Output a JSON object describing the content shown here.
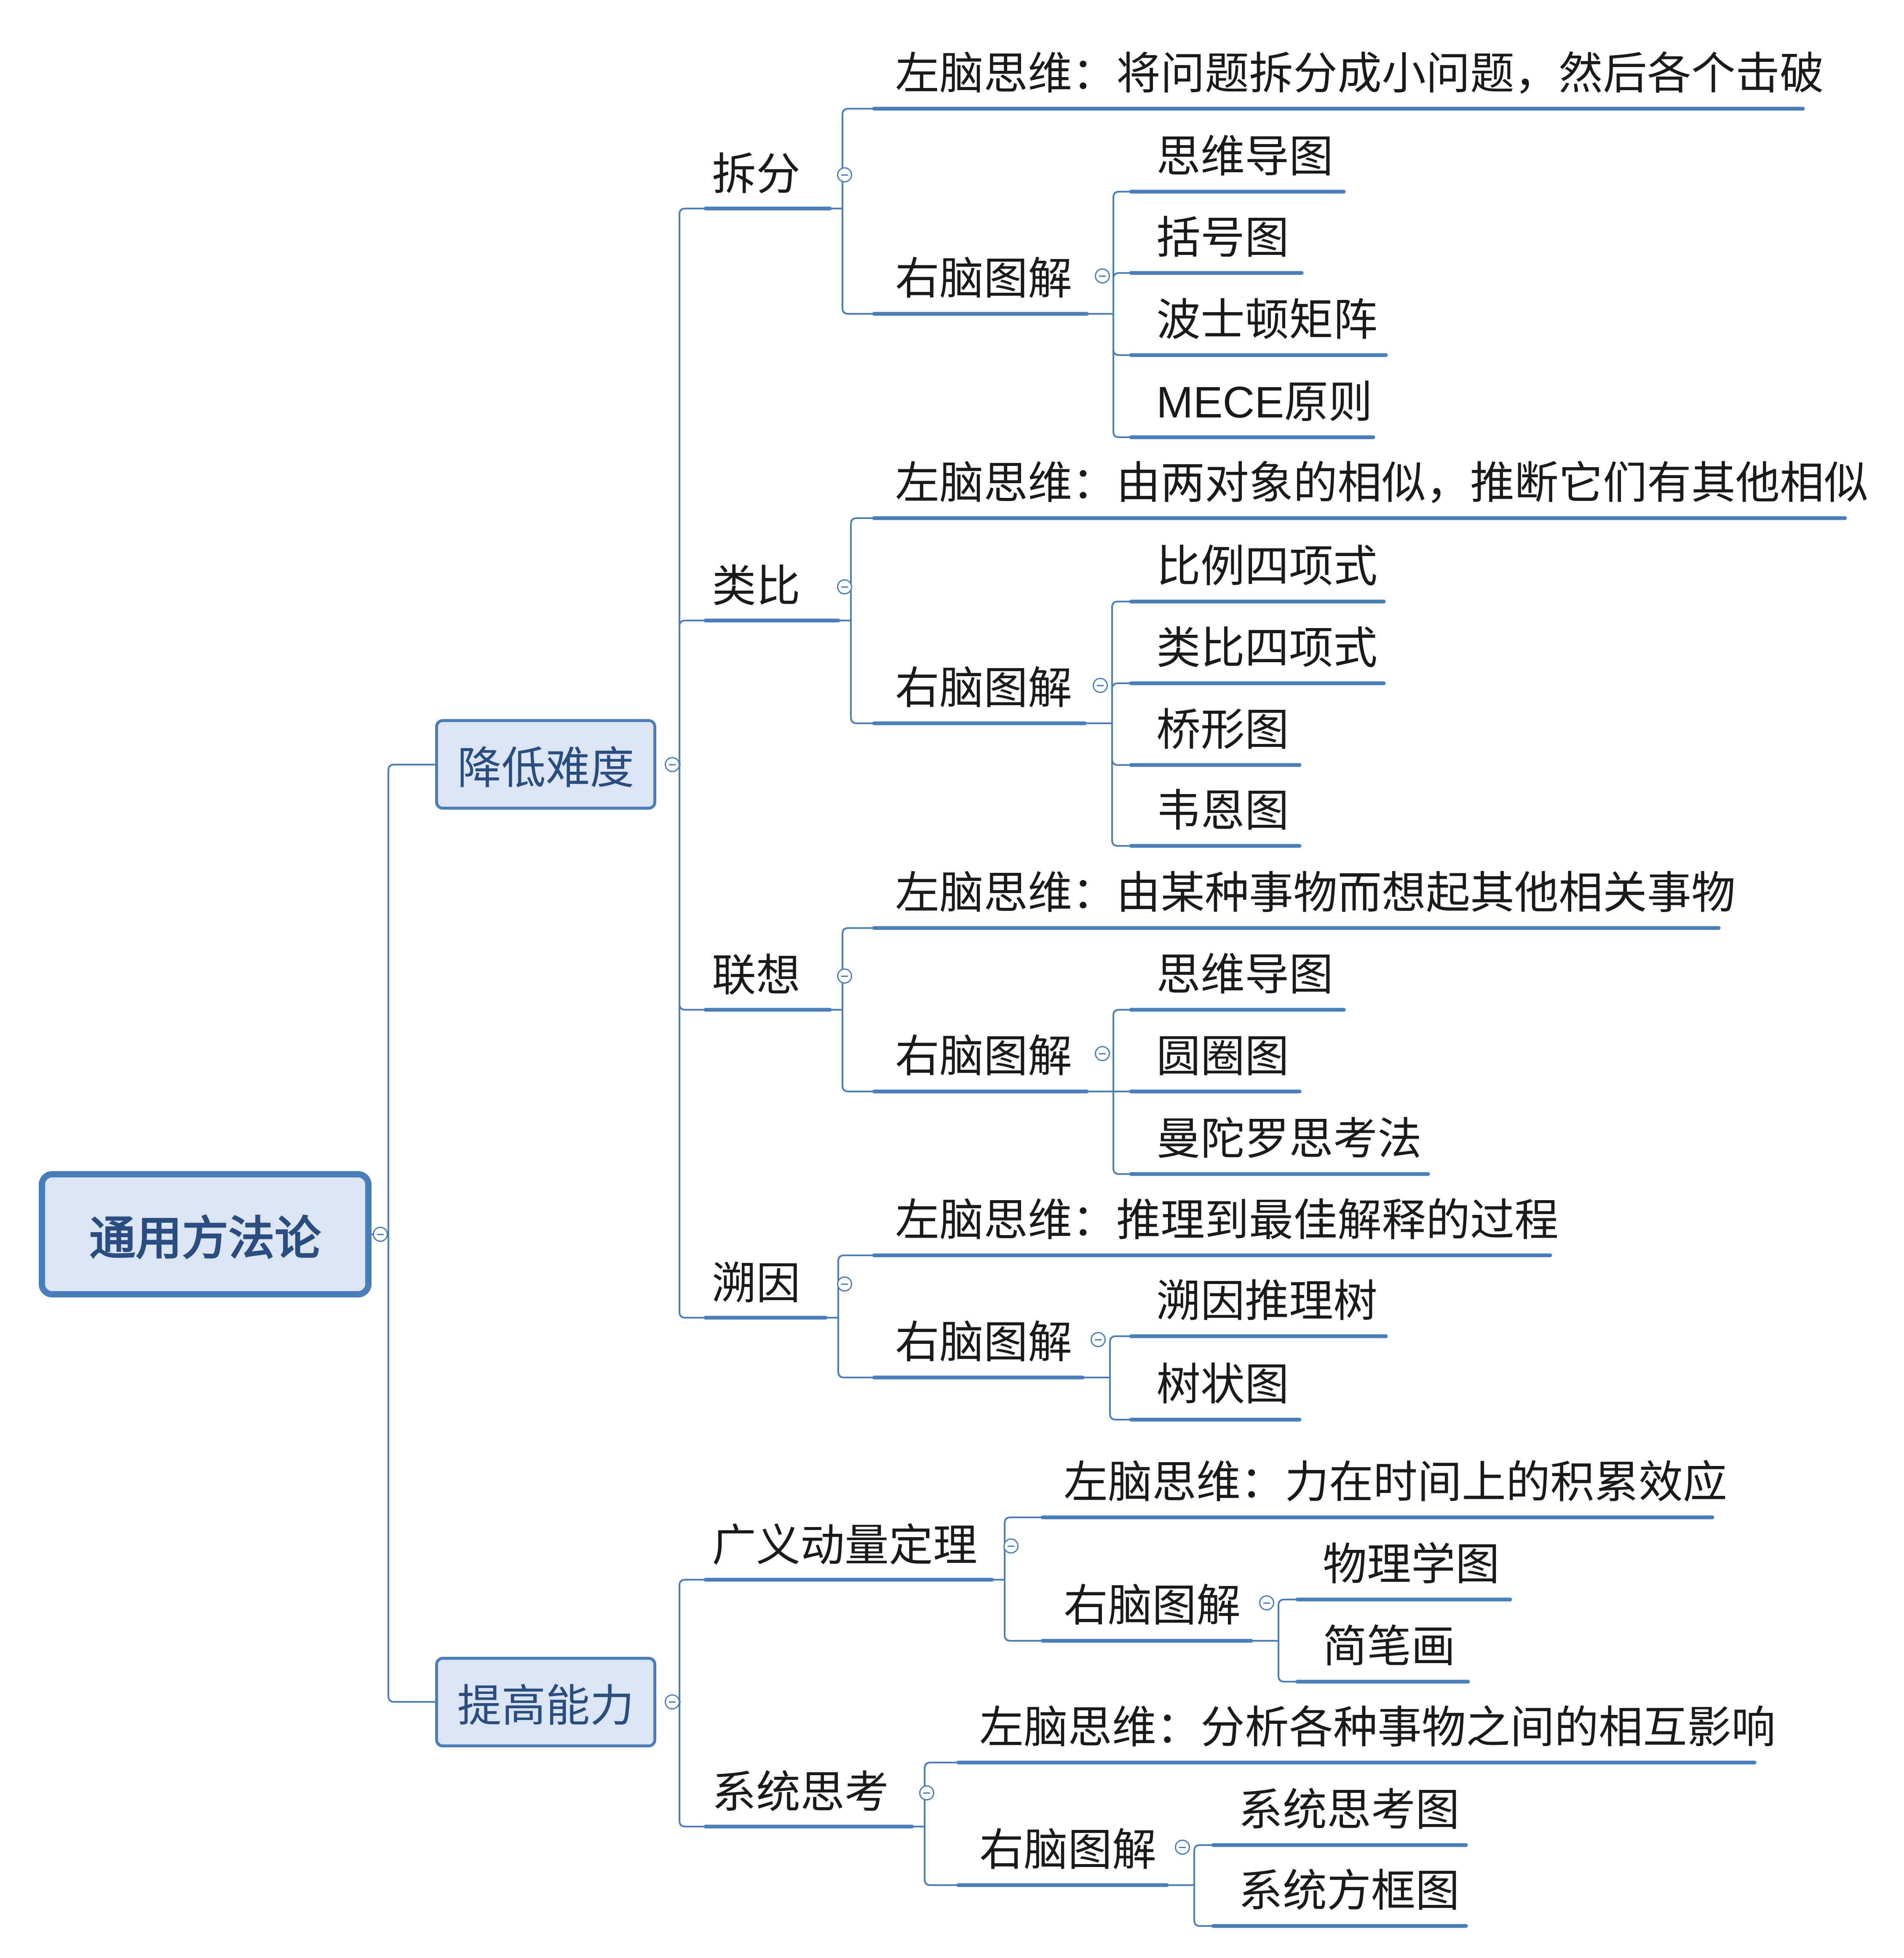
{
  "mindmap": {
    "root": "通用方法论",
    "branches": [
      {
        "label": "降低难度",
        "children": [
          {
            "label": "拆分",
            "left": "左脑思维：将问题拆分成小问题，然后各个击破",
            "right_label": "右脑图解",
            "right": [
              "思维导图",
              "括号图",
              "波士顿矩阵",
              "MECE原则"
            ]
          },
          {
            "label": "类比",
            "left": "左脑思维：由两对象的相似，推断它们有其他相似",
            "right_label": "右脑图解",
            "right": [
              "比例四项式",
              "类比四项式",
              "桥形图",
              "韦恩图"
            ]
          },
          {
            "label": "联想",
            "left": "左脑思维：由某种事物而想起其他相关事物",
            "right_label": "右脑图解",
            "right": [
              "思维导图",
              "圆圈图",
              "曼陀罗思考法"
            ]
          },
          {
            "label": "溯因",
            "left": "左脑思维：推理到最佳解释的过程",
            "right_label": "右脑图解",
            "right": [
              "溯因推理树",
              "树状图"
            ]
          }
        ]
      },
      {
        "label": "提高能力",
        "children": [
          {
            "label": "广义动量定理",
            "left": "左脑思维：力在时间上的积累效应",
            "right_label": "右脑图解",
            "right": [
              "物理学图",
              "简笔画"
            ]
          },
          {
            "label": "系统思考",
            "left": "左脑思维：分析各种事物之间的相互影响",
            "right_label": "右脑图解",
            "right": [
              "系统思考图",
              "系统方框图"
            ]
          }
        ]
      }
    ]
  },
  "colors": {
    "connector": "#4a7ebb",
    "box_fill": "#dbe5f1",
    "box_border": "#4a7ebb",
    "box_text": "#2a4d80",
    "text": "#1a1a1a"
  }
}
